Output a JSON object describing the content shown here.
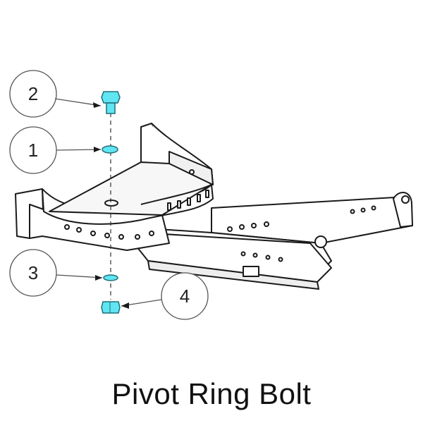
{
  "title": "Pivot Ring Bolt",
  "callouts": [
    {
      "label": "2",
      "part": "bolt"
    },
    {
      "label": "1",
      "part": "upper-washer"
    },
    {
      "label": "3",
      "part": "lower-washer"
    },
    {
      "label": "4",
      "part": "nut"
    }
  ],
  "colors": {
    "hardware": "#5fe6f2",
    "hardware_stroke": "#1f6f7a",
    "line": "#1a1a1a",
    "callout_circle": "#555555"
  }
}
